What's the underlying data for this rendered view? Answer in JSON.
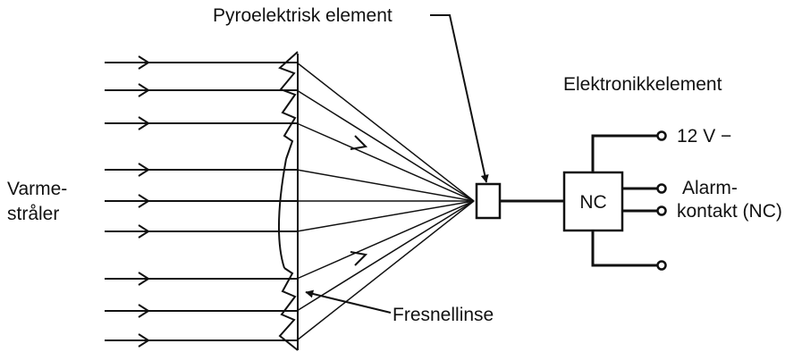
{
  "labels": {
    "pyro": "Pyroelektrisk element",
    "electronics": "Elektronikkelement",
    "voltage": "12 V −",
    "alarm_line1": "Alarm-",
    "alarm_line2": "kontakt (NC)",
    "heat_line1": "Varme-",
    "heat_line2": "stråler",
    "fresnel": "Fresnellinse",
    "nc": "NC"
  }
}
